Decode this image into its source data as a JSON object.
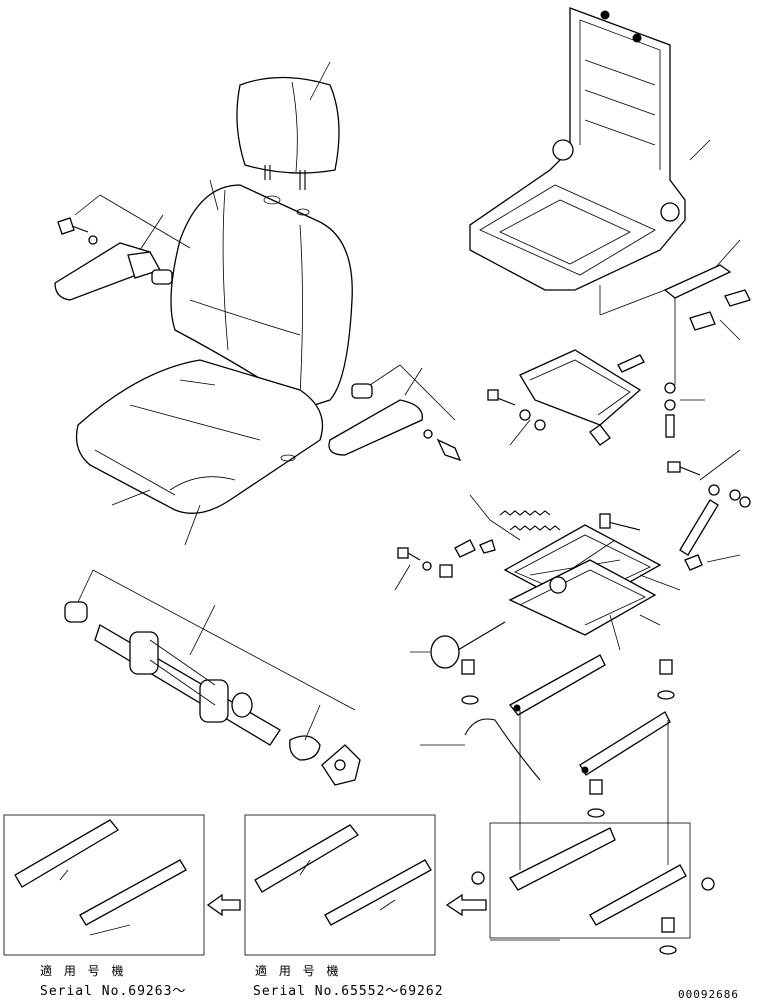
{
  "drawing": {
    "number": "00092686"
  },
  "variants": [
    {
      "jp_label": "適 用 号 機",
      "serial_label": "Serial No.69263～"
    },
    {
      "jp_label": "適 用 号 機",
      "serial_label": "Serial No.65552～69262"
    }
  ],
  "icons": {
    "arrow": "hollow-left-arrow-icon"
  }
}
